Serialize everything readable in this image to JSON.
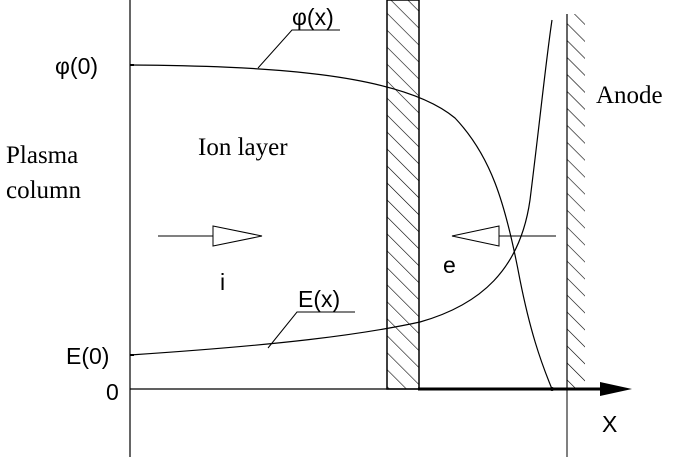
{
  "labels": {
    "phi_x": "φ(x)",
    "phi_0": "φ(0)",
    "anode": "Anode",
    "plasma_line1": "Plasma",
    "plasma_line2": "column",
    "ion_layer": "Ion layer",
    "e_x": "E(x)",
    "e_0": "E(0)",
    "zero": "0",
    "x_axis": "X",
    "ion_symbol": "i",
    "electron_symbol": "e"
  }
}
